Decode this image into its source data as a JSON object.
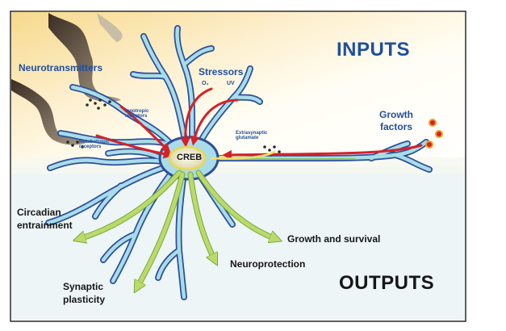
{
  "diagram": {
    "inputs_heading": "INPUTS",
    "outputs_heading": "OUTPUTS",
    "center_label": "CREB",
    "inputs": {
      "neurotransmitters": "Neurotransmitters",
      "ionotropic_receptors": [
        "Ionotropic",
        "receptors"
      ],
      "metabotropic_receptors": [
        "Metabotropic",
        "receptors"
      ],
      "stressors": "Stressors",
      "oxygen_species": "O₂",
      "uv": "UV",
      "extrasynaptic_glutamate": [
        "Extrasynaptic",
        "glutamate"
      ],
      "growth_factors": [
        "Growth",
        "factors"
      ]
    },
    "outputs": {
      "circadian_entrainment": [
        "Circadian",
        "entrainment"
      ],
      "growth_and_survival": "Growth and survival",
      "neuroprotection": "Neuroprotection",
      "synaptic_plasticity": [
        "Synaptic",
        "plasticity"
      ]
    },
    "colors": {
      "input_background": "#fbeac2",
      "output_background": "#eef5f7",
      "neuron_outline": "#2d4f9a",
      "neuron_fill": "#a8dce8",
      "signal_arrow": "#d52128",
      "output_arrow": "#b9db6a",
      "creb_nucleus": "#f5f2d5"
    }
  }
}
